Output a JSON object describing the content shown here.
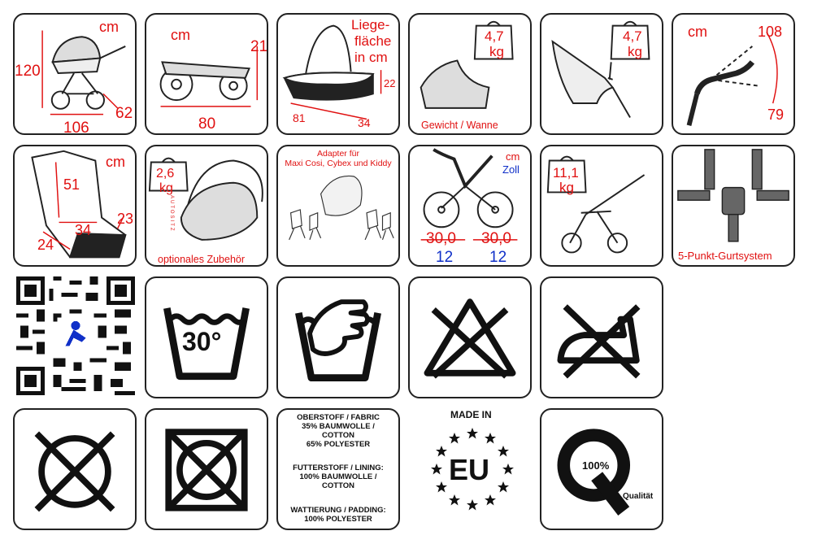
{
  "unit_cm": "cm",
  "colors": {
    "accent": "#e01010",
    "secondary": "#1030c8",
    "ink": "#111111"
  },
  "pram": {
    "height": "120",
    "length": "106",
    "width": "62"
  },
  "side": {
    "unit": "cm",
    "length": "80",
    "height": "21"
  },
  "bassinet": {
    "title_l1": "Liege-",
    "title_l2": "fläche",
    "title_l3": "in cm",
    "length": "81",
    "width": "34",
    "height": "22"
  },
  "carrycot_weight": {
    "weight": "4,7",
    "unit": "kg",
    "caption": "Gewicht / Wanne"
  },
  "seat_weight": {
    "weight": "4,7",
    "unit": "kg"
  },
  "handle": {
    "unit": "cm",
    "max": "108",
    "min": "79"
  },
  "seat_dims": {
    "unit": "cm",
    "back": "51",
    "seat": "34",
    "depth": "24",
    "side": "23"
  },
  "carseat": {
    "weight": "2,6",
    "unit": "kg",
    "vertical": "AUTOSITZ",
    "caption": "optionales Zubehör"
  },
  "adapter": {
    "line1": "Adapter für",
    "line2": "Maxi Cosi, Cybex und Kiddy"
  },
  "wheels": {
    "unit_cm": "cm",
    "unit_inch": "Zoll",
    "front_cm": "30,0",
    "rear_cm": "30,0",
    "front_inch": "12",
    "rear_inch": "12"
  },
  "stroller_weight": {
    "weight": "11,1",
    "unit": "kg"
  },
  "harness": {
    "caption": "5-Punkt-Gurtsystem"
  },
  "wash": {
    "temp": "30°"
  },
  "fabric": {
    "l1": "OBERSTOFF / FABRIC",
    "l2": "35% BAUMWOLLE /",
    "l3": "COTTON",
    "l4": "65% POLYESTER",
    "l5": "FUTTERSTOFF / LINING:",
    "l6": "100% BAUMWOLLE /",
    "l7": "COTTON",
    "l8": "WATTIERUNG / PADDING:",
    "l9": "100% POLYESTER"
  },
  "made_in": {
    "label": "MADE IN",
    "region": "EU"
  },
  "quality": {
    "letter": "Q",
    "percent": "100%",
    "label": "Qualität"
  },
  "icons": [
    "pram-icon",
    "stroller-side-icon",
    "bassinet-icon",
    "carrycot-icon",
    "seat-icon",
    "handle-icon",
    "seat-dims-icon",
    "car-seat-icon",
    "adapter-icon",
    "wheel-icon",
    "stroller-icon",
    "harness-icon",
    "qr-code",
    "wash-30-icon",
    "hand-wash-icon",
    "no-bleach-icon",
    "no-iron-icon",
    "no-tumble-dry-icon",
    "no-dry-clean-icon",
    "eu-stars-icon",
    "quality-q-icon"
  ]
}
